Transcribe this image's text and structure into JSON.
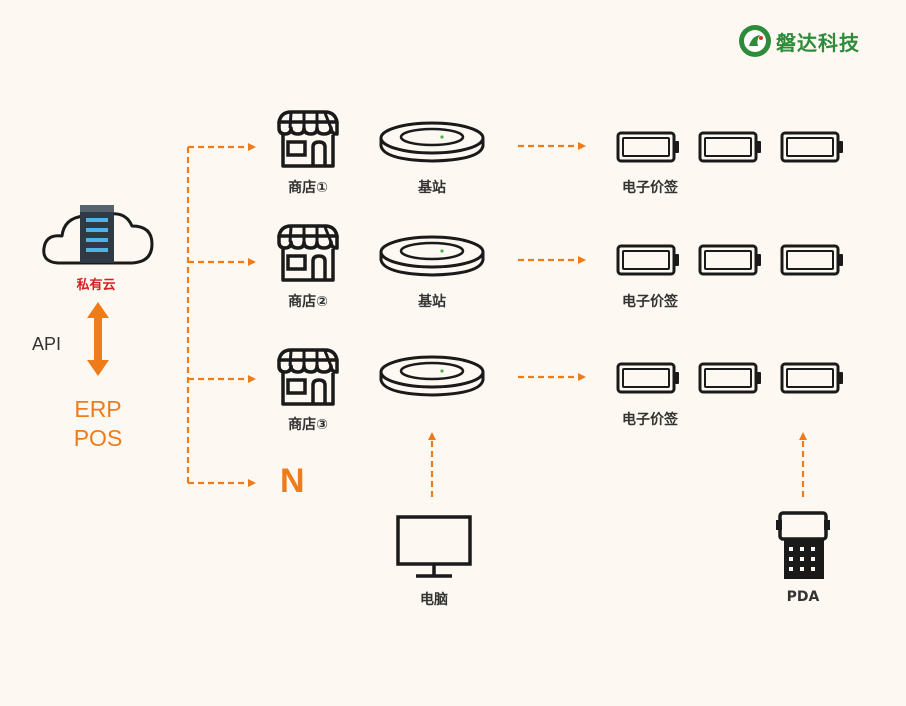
{
  "brand": {
    "name": "磐达科技"
  },
  "cloud": {
    "label": "私有云"
  },
  "api_label": "API",
  "erp": {
    "line1": "ERP",
    "line2": "POS"
  },
  "stores": [
    {
      "label": "商店①",
      "station": "基站",
      "tags": "电子价签"
    },
    {
      "label": "商店②",
      "station": "基站",
      "tags": "电子价签"
    },
    {
      "label": "商店③",
      "station": "",
      "tags": "电子价签"
    }
  ],
  "more_label": "N",
  "computer": {
    "label": "电脑"
  },
  "pda": {
    "label": "PDA"
  },
  "colors": {
    "accent": "#ee7c1a",
    "line": "#1a1a1a",
    "brand": "#2e8b3a",
    "cloud_label": "#d42020"
  }
}
